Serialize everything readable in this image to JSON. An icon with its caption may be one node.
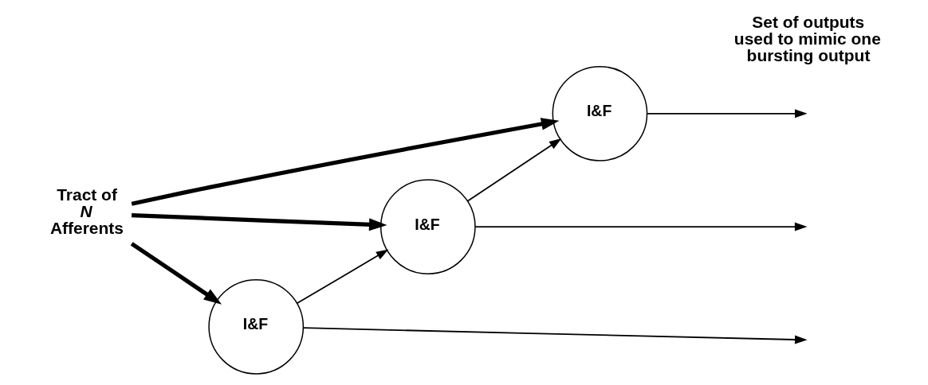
{
  "diagram": {
    "nodes": [
      {
        "text": [
          "Tract of *N* Afferents"
        ]
      },
      {
        "text": [
          "I&F"
        ]
      },
      {
        "text": [
          "I&F"
        ]
      },
      {
        "text": [
          "I&F"
        ]
      }
    ],
    "edges": [
      {
        "from": 0,
        "to": 1,
        "arrow": "to",
        "style": "thick"
      },
      {
        "from": 0,
        "to": 2,
        "arrow": "to",
        "style": "thick"
      },
      {
        "from": 0,
        "to": 3,
        "arrow": "to",
        "style": "thick"
      },
      {
        "from": 1,
        "to": null,
        "arrow": "to"
      },
      {
        "from": 1,
        "to": 2,
        "arrow": "to"
      },
      {
        "from": 2,
        "to": null,
        "arrow": "to"
      },
      {
        "from": 2,
        "to": 3,
        "arrow": "to"
      },
      {
        "from": 3,
        "to": null,
        "arrow": "to"
      }
    ],
    "labels": [
      "Set of outputs used to mimic one bursting output"
    ]
  }
}
